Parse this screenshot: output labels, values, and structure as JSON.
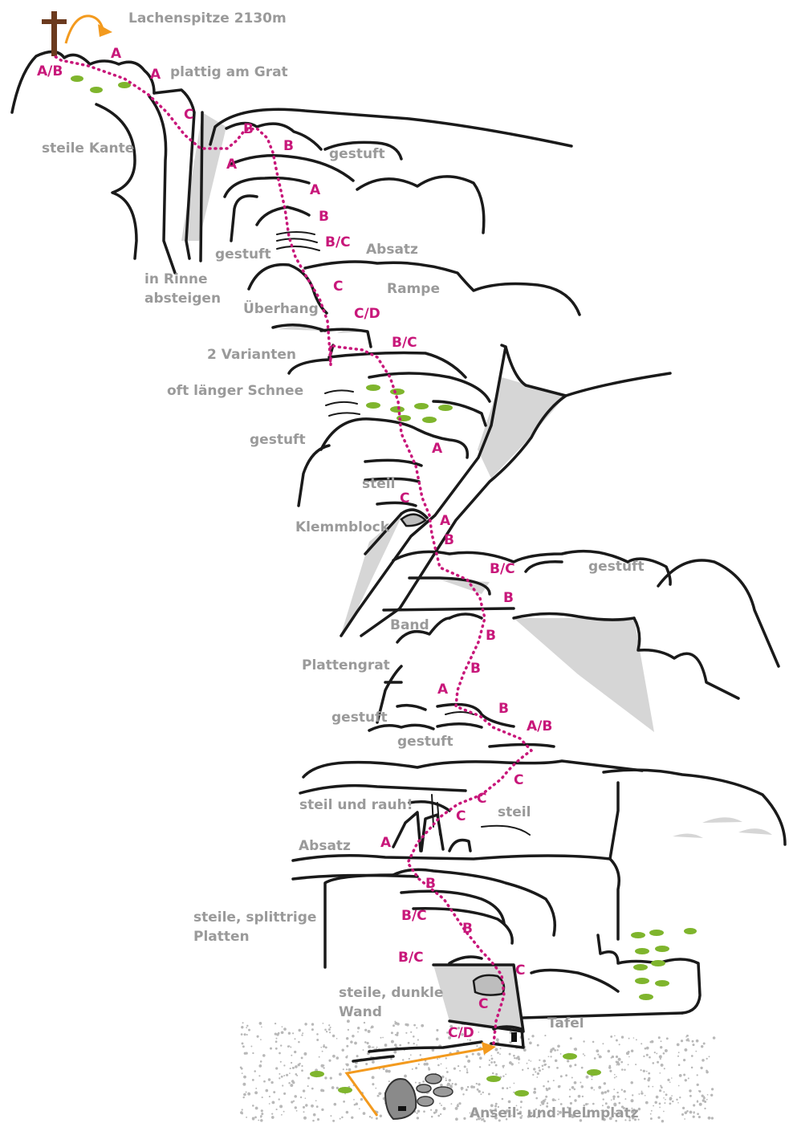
{
  "summit": {
    "label": "Lachenspitze 2130m"
  },
  "labels": {
    "plattig": "plattig am Grat",
    "steile_kante": "steile Kante",
    "gestuft_1": "gestuft",
    "gestuft_2": "gestuft",
    "absatz_1": "Absatz",
    "rinne_1": "in Rinne",
    "rinne_2": "absteigen",
    "rampe": "Rampe",
    "ueberhang": "Überhang",
    "varianten": "2 Varianten",
    "schnee": "oft länger Schnee",
    "gestuft_3": "gestuft",
    "steil_1": "steil",
    "klemmblock": "Klemmblock",
    "gestuft_4": "gestuft",
    "band": "Band",
    "plattengrat": "Plattengrat",
    "gestuft_5": "gestuft",
    "gestuft_6": "gestuft",
    "steil_rauh": "steil und rauh!",
    "steil_2": "steil",
    "absatz_2": "Absatz",
    "splittrig_1": "steile, splittrige",
    "splittrig_2": "Platten",
    "dunkel_1": "steile, dunkle",
    "dunkel_2": "Wand",
    "tafel": "Tafel",
    "anseil": "Anseil- und Helmplatz"
  },
  "grades": [
    "A/B",
    "A",
    "A",
    "C",
    "B",
    "B",
    "A",
    "A",
    "B",
    "B/C",
    "C",
    "C/D",
    "B/C",
    "A",
    "C",
    "A",
    "B",
    "B/C",
    "B",
    "B",
    "B",
    "A",
    "B",
    "A/B",
    "C",
    "C",
    "C",
    "A",
    "B",
    "B/C",
    "B",
    "B/C",
    "C",
    "C",
    "C/D"
  ],
  "colors": {
    "route": "#c8177a",
    "label": "#9a9a9a",
    "rock": "#1a1a1a",
    "arrow": "#f39a1e",
    "cross": "#6b3a1e",
    "grass": "#7fb52d"
  }
}
